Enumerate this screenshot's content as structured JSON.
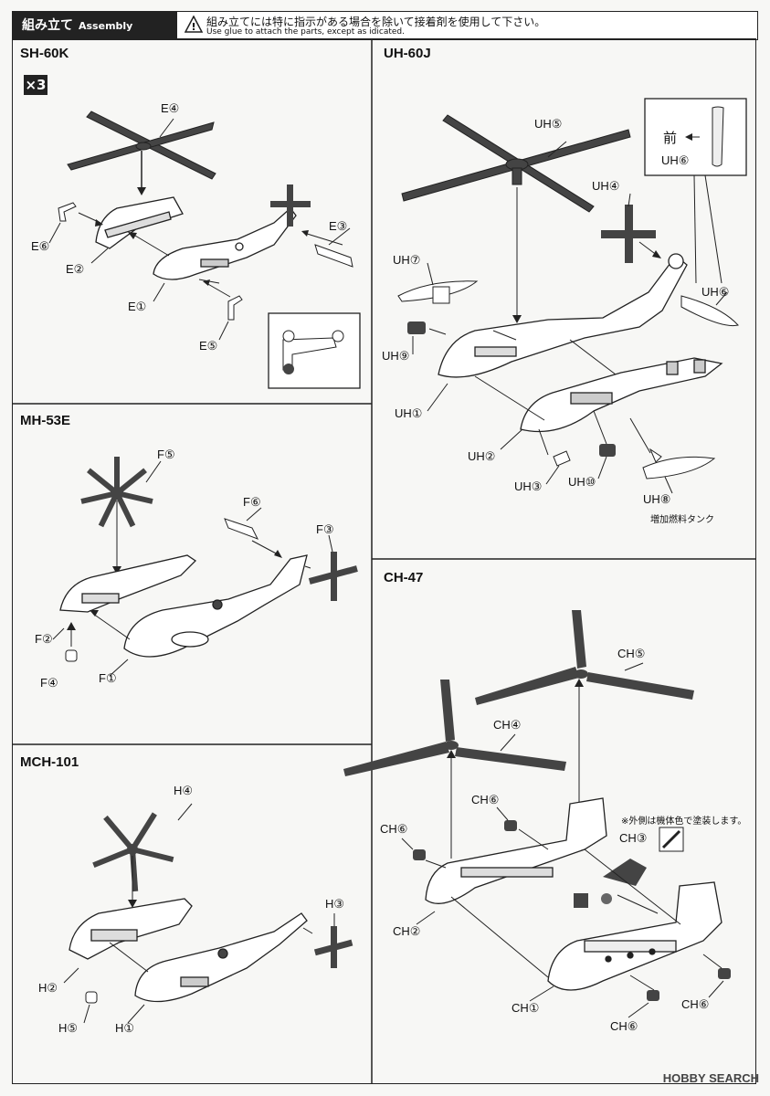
{
  "header": {
    "title_jp": "組み立て",
    "title_en": "Assembly",
    "warning_jp": "組み立てには特に指示がある場合を除いて接着剤を使用して下さい。",
    "warning_en": "Use glue to attach the parts, except as idicated."
  },
  "sh60k": {
    "title": "SH-60K",
    "quantity": "×3",
    "labels": {
      "e1": "E①",
      "e2": "E②",
      "e3": "E③",
      "e4": "E④",
      "e5": "E⑤",
      "e6": "E⑥"
    }
  },
  "uh60j": {
    "title": "UH-60J",
    "labels": {
      "uh1": "UH①",
      "uh2": "UH②",
      "uh3": "UH③",
      "uh4": "UH④",
      "uh5": "UH⑤",
      "uh6a": "UH⑥",
      "uh6b": "UH⑥",
      "uh7": "UH⑦",
      "uh8": "UH⑧",
      "uh9": "UH⑨",
      "uh10": "UH⑩"
    },
    "front_label": "前",
    "tank_note": "増加燃料タンク"
  },
  "mh53e": {
    "title": "MH-53E",
    "labels": {
      "f1": "F①",
      "f2": "F②",
      "f3": "F③",
      "f4": "F④",
      "f5": "F⑤",
      "f6": "F⑥"
    }
  },
  "mch101": {
    "title": "MCH-101",
    "labels": {
      "h1": "H①",
      "h2": "H②",
      "h3": "H③",
      "h4": "H④",
      "h5": "H⑤"
    }
  },
  "ch47": {
    "title": "CH-47",
    "labels": {
      "ch1": "CH①",
      "ch2": "CH②",
      "ch3": "CH③",
      "ch4": "CH④",
      "ch5": "CH⑤",
      "ch6a": "CH⑥",
      "ch6b": "CH⑥",
      "ch6c": "CH⑥",
      "ch6d": "CH⑥"
    },
    "paint_note": "※外側は機体色で塗装します。"
  },
  "watermark": "HOBBY SEARCH"
}
